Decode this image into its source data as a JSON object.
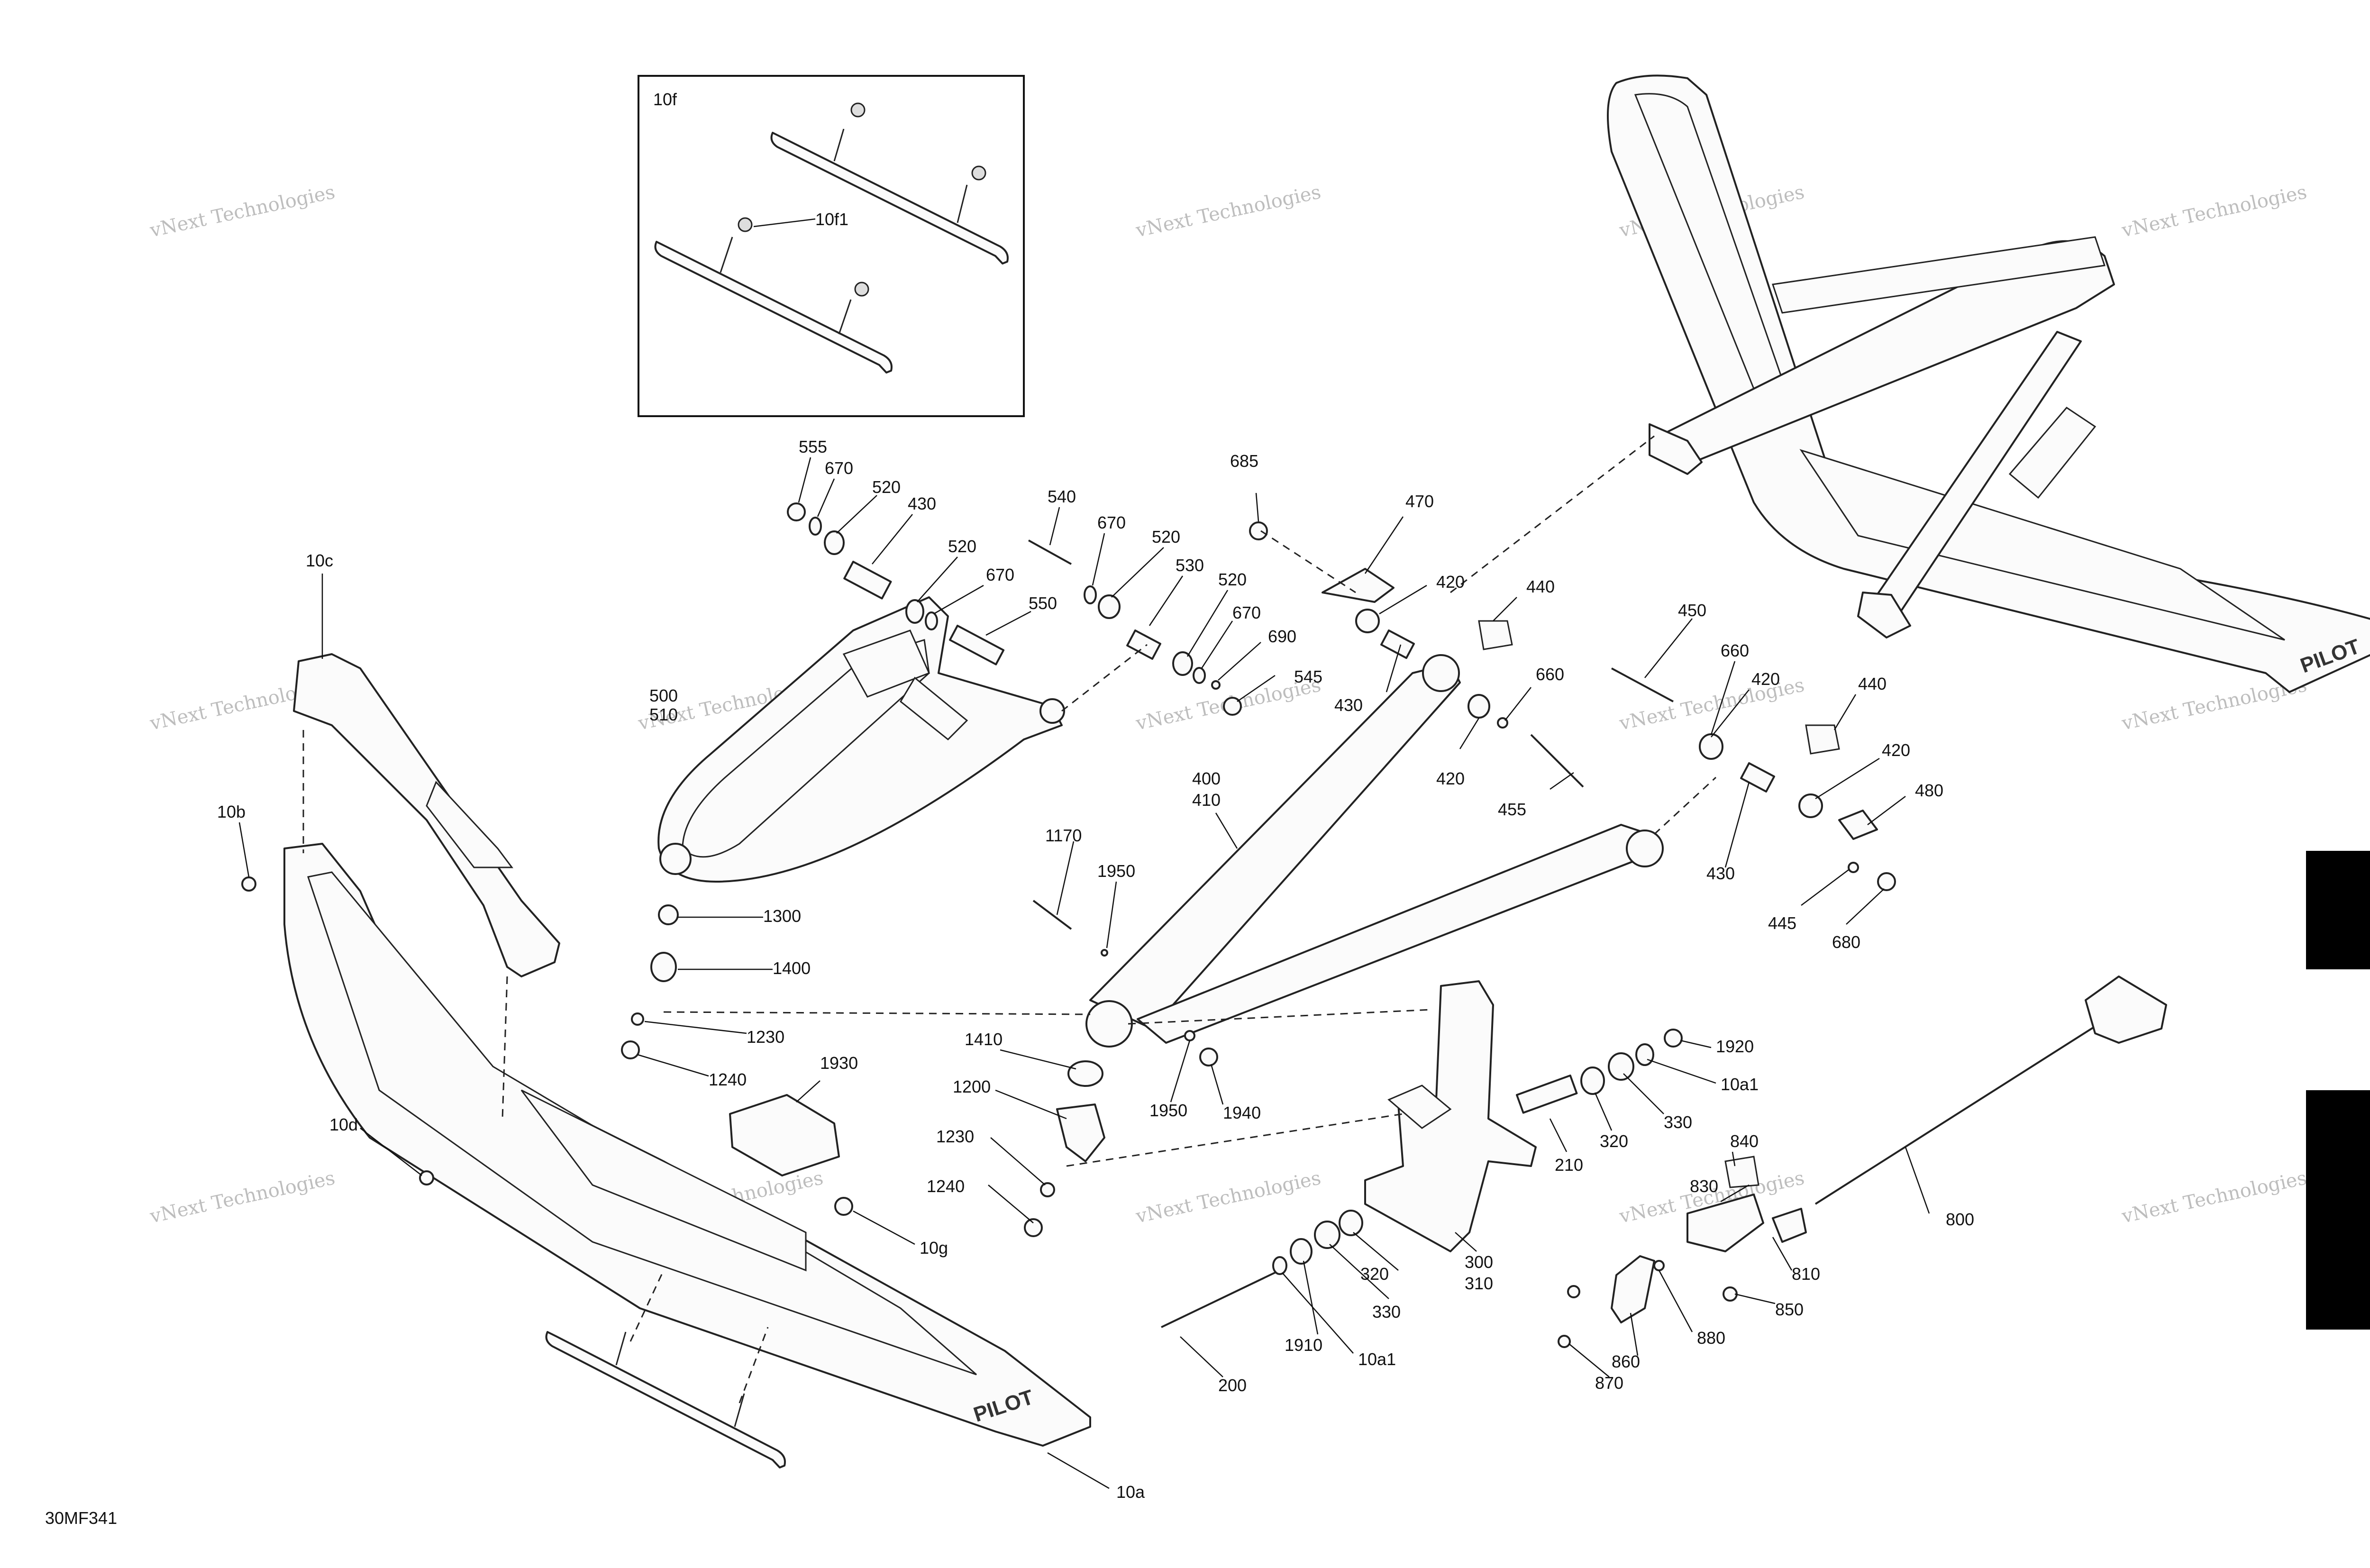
{
  "diagram": {
    "drawing_code": "30MF341",
    "watermark_text": "vNext Technologies",
    "inset_title": "10f",
    "tab_color": "#000000"
  },
  "callouts": [
    {
      "id": "c-10c",
      "text": "10c"
    },
    {
      "id": "c-10b",
      "text": "10b"
    },
    {
      "id": "c-10d",
      "text": "10d"
    },
    {
      "id": "c-10g",
      "text": "10g"
    },
    {
      "id": "c-10a",
      "text": "10a"
    },
    {
      "id": "c-10f1",
      "text": "10f1"
    },
    {
      "id": "c-555",
      "text": "555"
    },
    {
      "id": "c-670a",
      "text": "670"
    },
    {
      "id": "c-520a",
      "text": "520"
    },
    {
      "id": "c-430a",
      "text": "430"
    },
    {
      "id": "c-520b",
      "text": "520"
    },
    {
      "id": "c-670b",
      "text": "670"
    },
    {
      "id": "c-550",
      "text": "550"
    },
    {
      "id": "c-540",
      "text": "540"
    },
    {
      "id": "c-670c",
      "text": "670"
    },
    {
      "id": "c-520c",
      "text": "520"
    },
    {
      "id": "c-530",
      "text": "530"
    },
    {
      "id": "c-520d",
      "text": "520"
    },
    {
      "id": "c-670d",
      "text": "670"
    },
    {
      "id": "c-690",
      "text": "690"
    },
    {
      "id": "c-545",
      "text": "545"
    },
    {
      "id": "c-500",
      "text": "500"
    },
    {
      "id": "c-510",
      "text": "510"
    },
    {
      "id": "c-685",
      "text": "685"
    },
    {
      "id": "c-470",
      "text": "470"
    },
    {
      "id": "c-420a",
      "text": "420"
    },
    {
      "id": "c-440a",
      "text": "440"
    },
    {
      "id": "c-430b",
      "text": "430"
    },
    {
      "id": "c-660a",
      "text": "660"
    },
    {
      "id": "c-420b",
      "text": "420"
    },
    {
      "id": "c-455",
      "text": "455"
    },
    {
      "id": "c-400",
      "text": "400"
    },
    {
      "id": "c-410",
      "text": "410"
    },
    {
      "id": "c-450",
      "text": "450"
    },
    {
      "id": "c-660b",
      "text": "660"
    },
    {
      "id": "c-420c",
      "text": "420"
    },
    {
      "id": "c-440b",
      "text": "440"
    },
    {
      "id": "c-420d",
      "text": "420"
    },
    {
      "id": "c-480",
      "text": "480"
    },
    {
      "id": "c-430c",
      "text": "430"
    },
    {
      "id": "c-445",
      "text": "445"
    },
    {
      "id": "c-680",
      "text": "680"
    },
    {
      "id": "c-1170",
      "text": "1170"
    },
    {
      "id": "c-1950a",
      "text": "1950"
    },
    {
      "id": "c-1950b",
      "text": "1950"
    },
    {
      "id": "c-1940",
      "text": "1940"
    },
    {
      "id": "c-1300",
      "text": "1300"
    },
    {
      "id": "c-1400",
      "text": "1400"
    },
    {
      "id": "c-1230a",
      "text": "1230"
    },
    {
      "id": "c-1240a",
      "text": "1240"
    },
    {
      "id": "c-1930",
      "text": "1930"
    },
    {
      "id": "c-1410",
      "text": "1410"
    },
    {
      "id": "c-1200",
      "text": "1200"
    },
    {
      "id": "c-1230b",
      "text": "1230"
    },
    {
      "id": "c-1240b",
      "text": "1240"
    },
    {
      "id": "c-1920",
      "text": "1920"
    },
    {
      "id": "c-10a1a",
      "text": "10a1"
    },
    {
      "id": "c-330a",
      "text": "330"
    },
    {
      "id": "c-320a",
      "text": "320"
    },
    {
      "id": "c-210",
      "text": "210"
    },
    {
      "id": "c-300",
      "text": "300"
    },
    {
      "id": "c-310",
      "text": "310"
    },
    {
      "id": "c-320b",
      "text": "320"
    },
    {
      "id": "c-330b",
      "text": "330"
    },
    {
      "id": "c-1910",
      "text": "1910"
    },
    {
      "id": "c-10a1b",
      "text": "10a1"
    },
    {
      "id": "c-200",
      "text": "200"
    },
    {
      "id": "c-840",
      "text": "840"
    },
    {
      "id": "c-830",
      "text": "830"
    },
    {
      "id": "c-800",
      "text": "800"
    },
    {
      "id": "c-810",
      "text": "810"
    },
    {
      "id": "c-850",
      "text": "850"
    },
    {
      "id": "c-880",
      "text": "880"
    },
    {
      "id": "c-860",
      "text": "860"
    },
    {
      "id": "c-870",
      "text": "870"
    }
  ]
}
